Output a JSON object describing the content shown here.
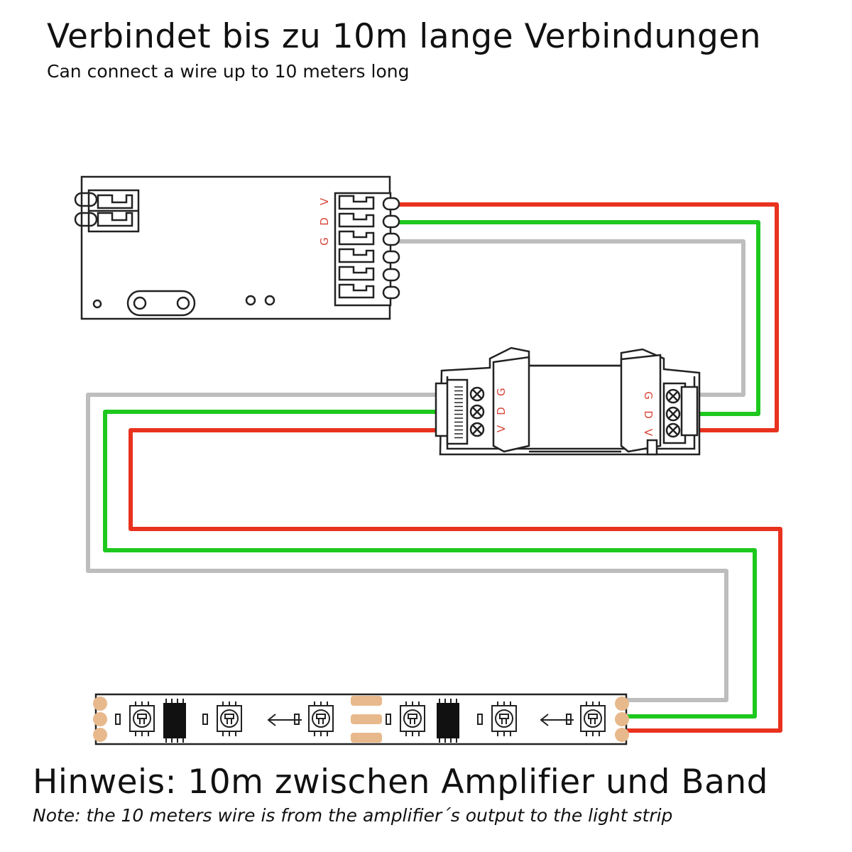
{
  "header": {
    "title": "Verbindet bis zu 10m lange Verbindungen",
    "subtitle": "Can connect a wire up to 10 meters long"
  },
  "footer": {
    "title": "Hinweis: 10m zwischen Amplifier und Band",
    "subtitle": "Note: the 10 meters wire is from the amplifier´s output to the light strip"
  },
  "controller": {
    "pin_labels": [
      "V",
      "D",
      "G"
    ]
  },
  "amplifier": {
    "input_pin_labels": [
      "G",
      "D",
      "V"
    ],
    "output_pin_labels": [
      "V",
      "D",
      "G"
    ]
  },
  "wires": {
    "colors": {
      "V": "#e8321e",
      "D": "#1ec81e",
      "G": "#bdbdbd"
    }
  },
  "icons": [
    "controller-board",
    "amplifier-module",
    "led-strip",
    "screw-terminal-icon",
    "led-chip-icon",
    "ic-chip-icon",
    "direction-arrow-icon",
    "solder-pad-icon"
  ]
}
